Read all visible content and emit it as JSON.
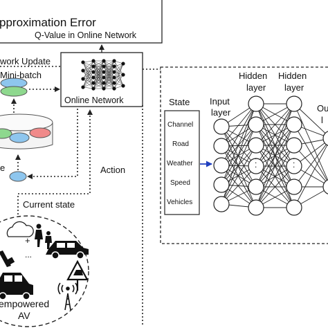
{
  "top_box": {
    "title": "pproximation Error",
    "subtitle": "Q-Value in Online Network"
  },
  "labels": {
    "network_update": "work Update",
    "mini_batch": "Mini-batch",
    "online_network": "Online Network",
    "action": "Action",
    "current_state": "Current state",
    "e_fragment": "e"
  },
  "state_box": {
    "title": "State",
    "items": [
      "Channel",
      "Road",
      "Weather",
      "Speed",
      "Vehicles"
    ]
  },
  "layers": {
    "input": [
      "Input",
      "layer"
    ],
    "hidden1": [
      "Hidden",
      "layer"
    ],
    "hidden2": [
      "Hidden",
      "layer"
    ],
    "output": [
      "Ou",
      "l"
    ]
  },
  "vehicle": {
    "label_line1": "empowered",
    "label_line2": "AV"
  },
  "colors": {
    "line": "#222222",
    "arrow_blue": "#1f3fbf",
    "disk_green": "#8ed88e",
    "disk_blue": "#8ec6ee",
    "disk_red": "#f08a8a"
  }
}
